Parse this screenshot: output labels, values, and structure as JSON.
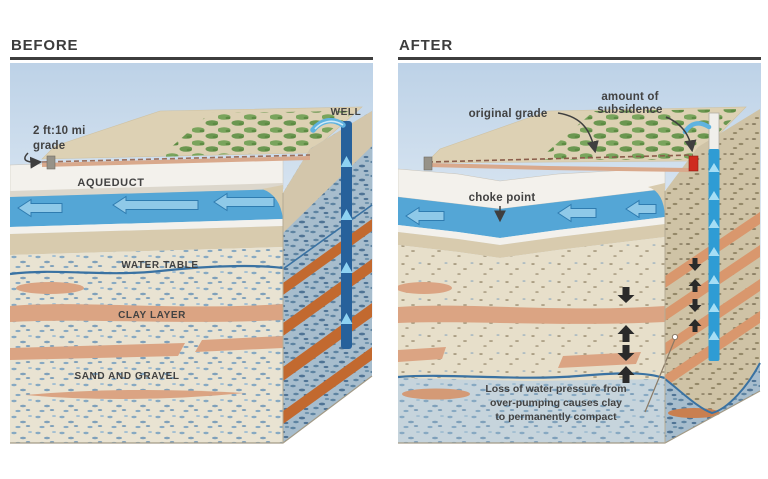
{
  "before": {
    "title": "BEFORE",
    "grade_label_line1": "2 ft:10 mi",
    "grade_label_line2": "grade",
    "aqueduct_label": "AQUEDUCT",
    "well_label": "WELL",
    "water_table_label": "WATER TABLE",
    "clay_layer_label": "CLAY LAYER",
    "sand_gravel_label": "SAND AND GRAVEL"
  },
  "after": {
    "title": "AFTER",
    "original_grade_label": "original grade",
    "subsidence_label_line1": "amount of",
    "subsidence_label_line2": "subsidence",
    "choke_point_label": "choke point",
    "note_lines": [
      "Loss of water pressure from",
      "over-pumping causes clay",
      "to permanently compact"
    ]
  },
  "icons": {
    "water_flow_arrow": "⇦",
    "well_flow_up_arrow": "▲",
    "compaction_down_arrow": "⬇",
    "compaction_up_arrow": "⬆",
    "leader_arrowhead": "➤"
  },
  "colors": {
    "sky_top": "#bdd2e7",
    "sky_bottom": "#eef4f9",
    "field_tan": "#ddd1b4",
    "crop_green": "#79a45c",
    "aqueduct_white": "#f3f1ec",
    "water_blue": "#54a6d6",
    "water_arrow_blue": "#8fc9e8",
    "sand_front": "#e9e3d2",
    "sand_dry": "#e7dfca",
    "wet_below_table": "#c6d4dc",
    "clay_salmon": "#dba483",
    "clay_side_dark": "#c2692f",
    "clay_side_after": "#d9976d",
    "side_wet_bluegray": "#a7bdcd",
    "side_dry_tan": "#cfc3a6",
    "well_pipe_dark": "#27619b",
    "well_pipe_light": "#2f9cd4",
    "well_chevron": "#8ed2f2",
    "subsidence_marker_red": "#cf2b1f",
    "grade_marker_gray": "#969288",
    "water_table_line": "#3a72a2",
    "dashed_grade_line": "#9b6f5c",
    "label_dark": "#3f3f3f"
  }
}
